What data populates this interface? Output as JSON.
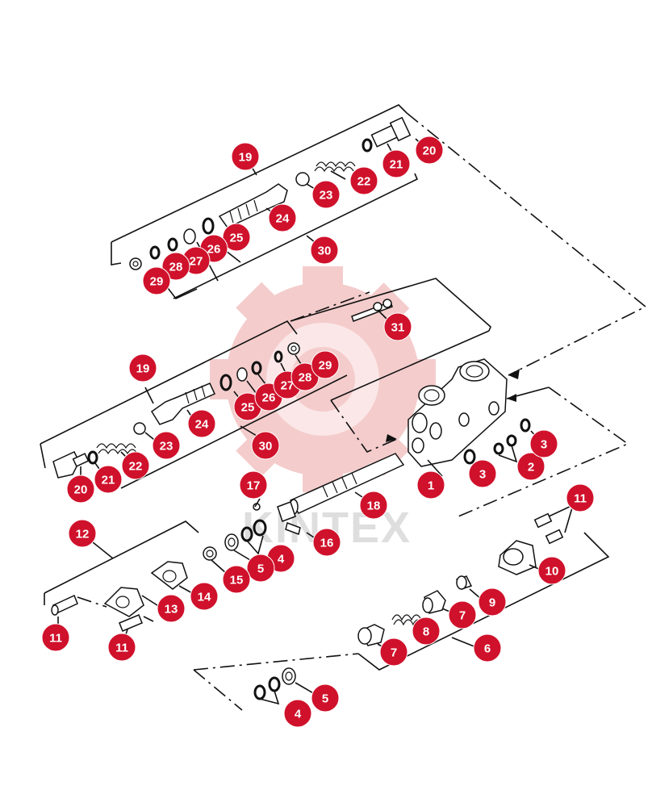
{
  "diagram": {
    "watermark_text": "KINTEX",
    "callouts": {
      "c1": "1",
      "c2": "2",
      "c3a": "3",
      "c3b": "3",
      "c4a": "4",
      "c4b": "4",
      "c5a": "5",
      "c5b": "5",
      "c6": "6",
      "c7a": "7",
      "c7b": "7",
      "c8": "8",
      "c9": "9",
      "c10": "10",
      "c11a": "11",
      "c11b": "11",
      "c11c": "11",
      "c12": "12",
      "c13": "13",
      "c14": "14",
      "c15": "15",
      "c16": "16",
      "c17": "17",
      "c18": "18",
      "c19a": "19",
      "c19b": "19",
      "c20a": "20",
      "c20b": "20",
      "c21a": "21",
      "c21b": "21",
      "c22a": "22",
      "c22b": "22",
      "c23a": "23",
      "c23b": "23",
      "c24a": "24",
      "c24b": "24",
      "c25a": "25",
      "c25b": "25",
      "c26a": "26",
      "c26b": "26",
      "c27a": "27",
      "c27b": "27",
      "c28a": "28",
      "c28b": "28",
      "c29a": "29",
      "c29b": "29",
      "c30a": "30",
      "c30b": "30",
      "c31": "31"
    }
  }
}
